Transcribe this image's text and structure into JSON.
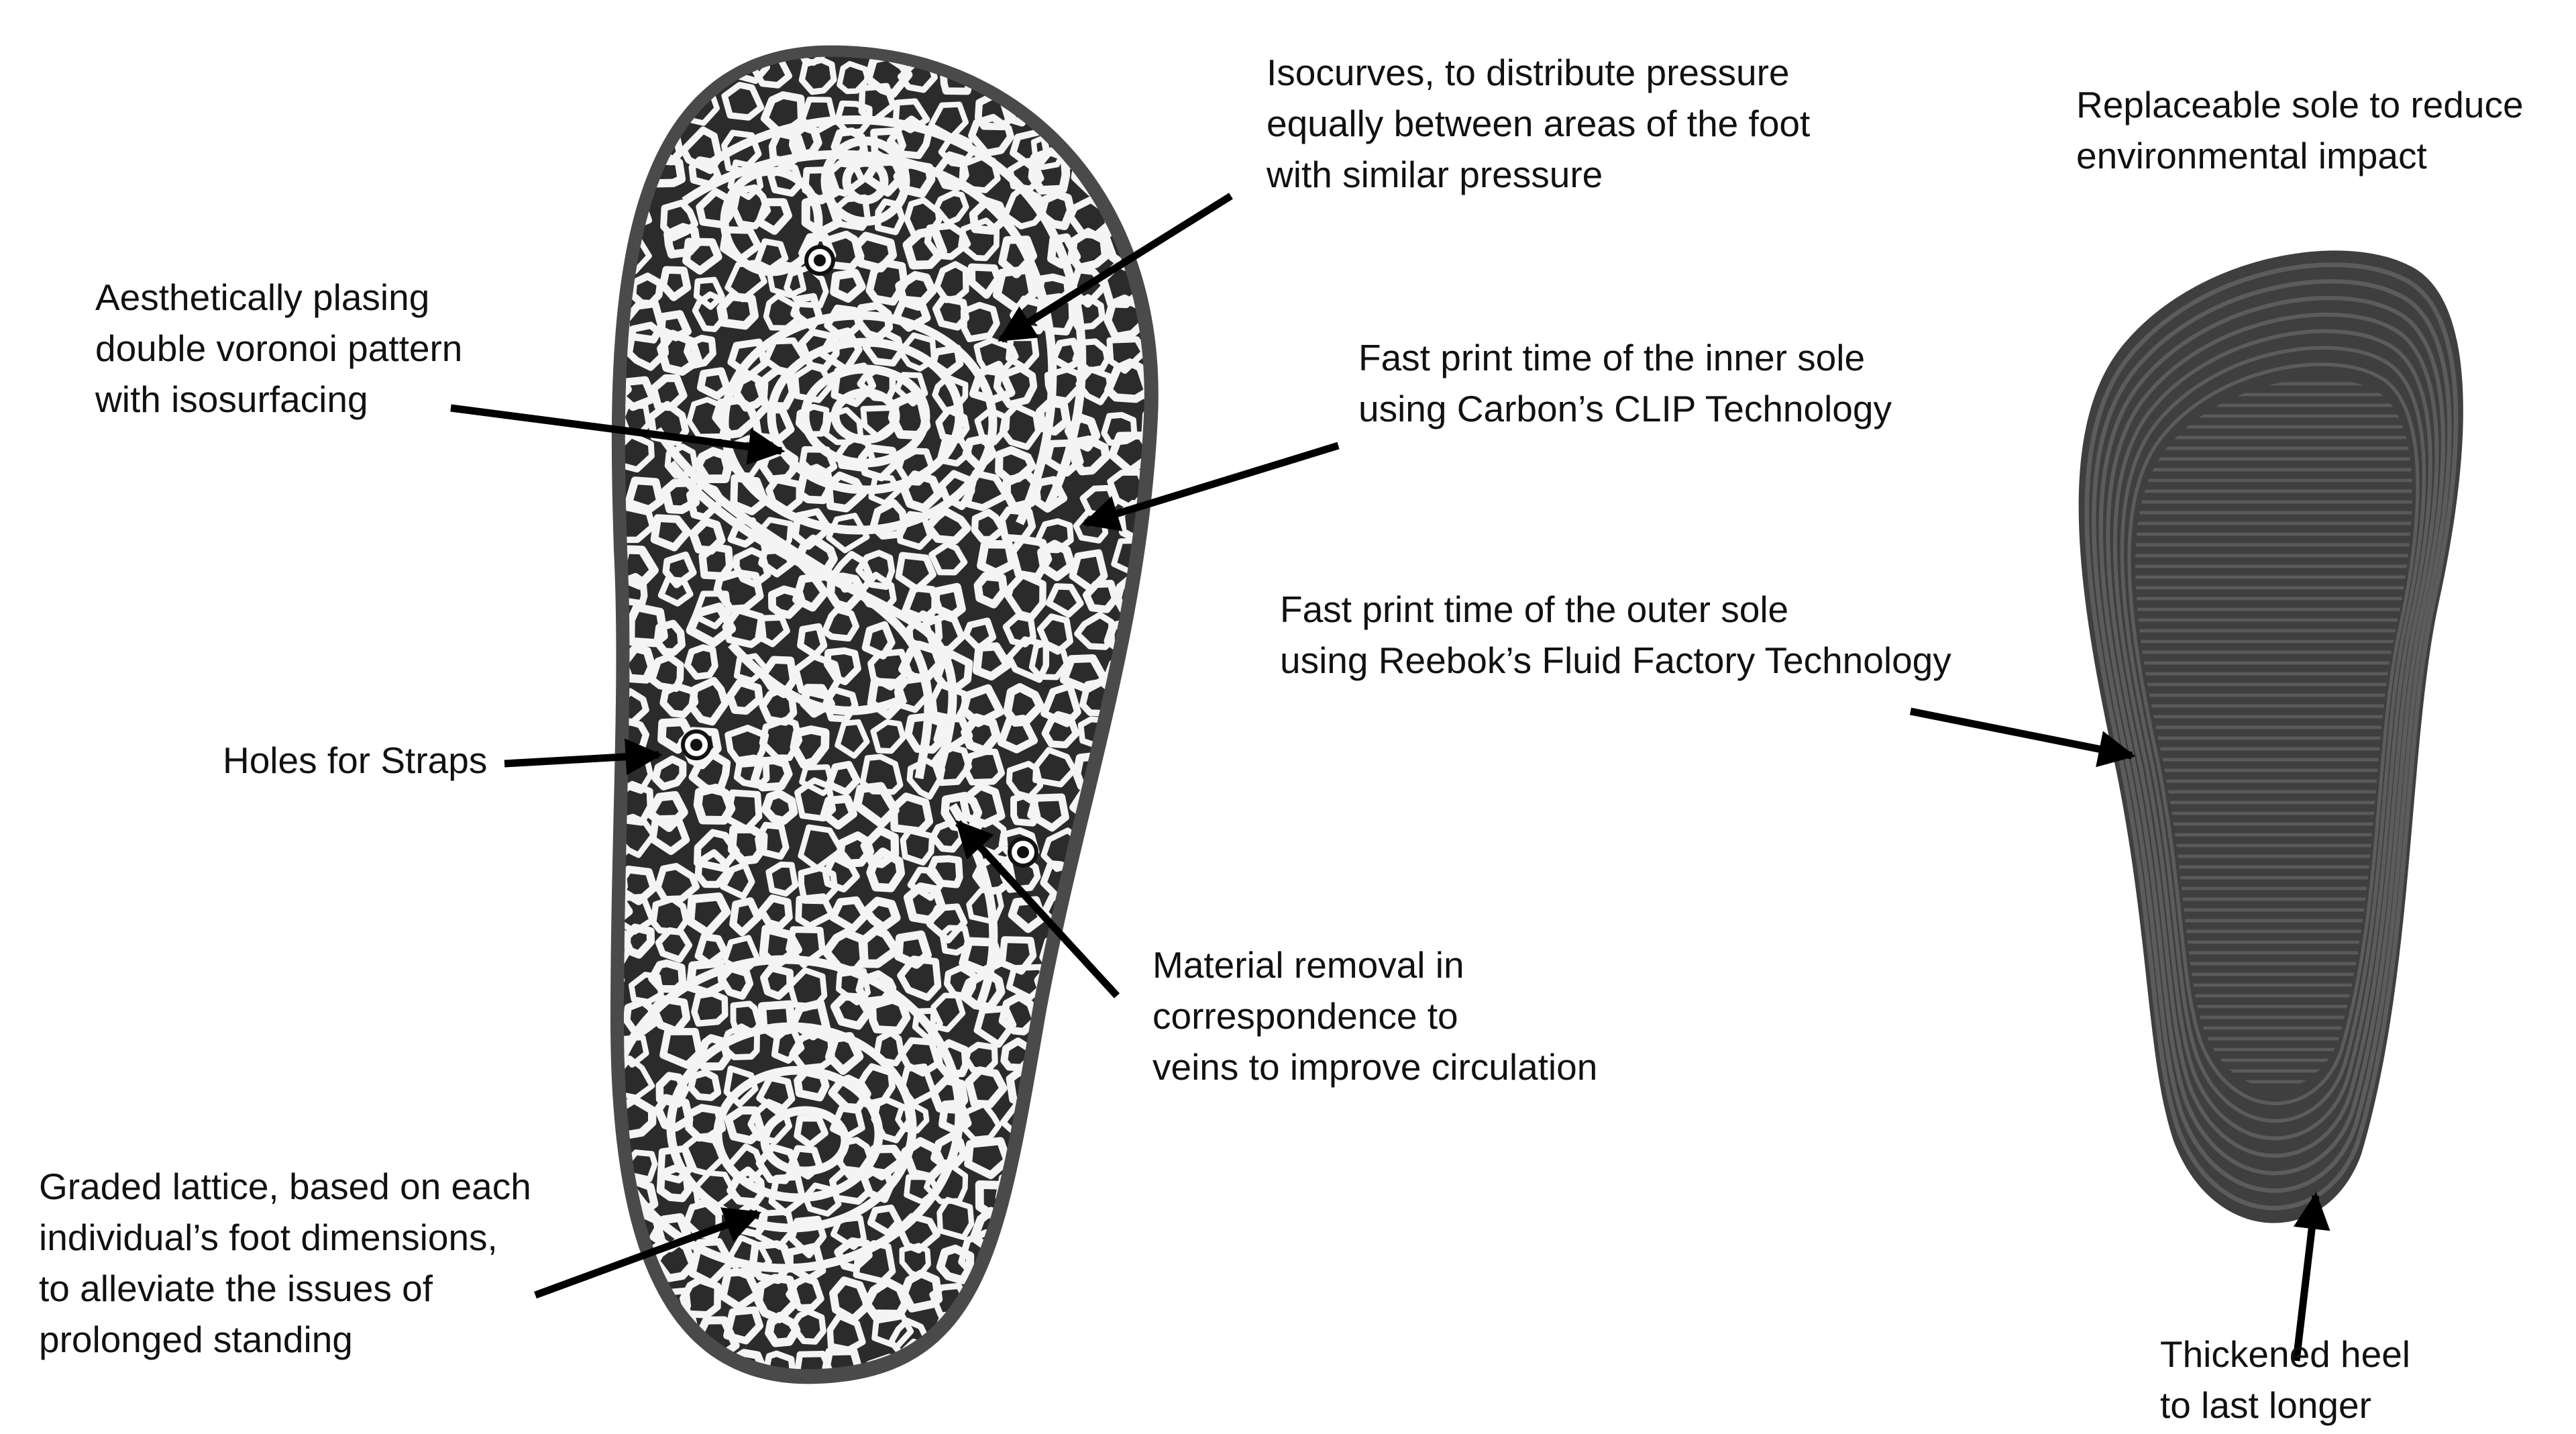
{
  "annotations": {
    "isocurves": {
      "lines": [
        "Isocurves, to distribute pressure",
        "equally between areas of the foot",
        "with similar pressure"
      ]
    },
    "replaceable": {
      "lines": [
        "Replaceable sole to reduce",
        "environmental impact"
      ]
    },
    "voronoi": {
      "lines": [
        "Aesthetically plasing",
        "double voronoi pattern",
        "with isosurfacing"
      ]
    },
    "carbon": {
      "lines": [
        "Fast print time of the inner sole",
        "using Carbon’s CLIP Technology"
      ]
    },
    "reebok": {
      "lines": [
        "Fast print time of the outer  sole",
        "using Reebok’s Fluid Factory Technology"
      ]
    },
    "straps": {
      "lines": [
        "Holes for Straps"
      ]
    },
    "veins": {
      "lines": [
        "Material removal in",
        "correspondence to",
        "veins to improve circulation"
      ]
    },
    "lattice": {
      "lines": [
        "Graded lattice, based on each",
        "individual’s foot dimensions,",
        "to alleviate the issues of",
        "prolonged standing"
      ]
    },
    "heel": {
      "lines": [
        "Thickened heel",
        "to last longer"
      ]
    }
  },
  "colors": {
    "inner_sole_rim": "#4a4a4a",
    "inner_sole_lattice": "#f4f4f4",
    "lattice_shadow": "#2b2b2b",
    "outer_sole": "#3f3f3f",
    "outer_sole_ridge": "#5c5c5c",
    "arrow": "#000000",
    "text": "#111111"
  }
}
